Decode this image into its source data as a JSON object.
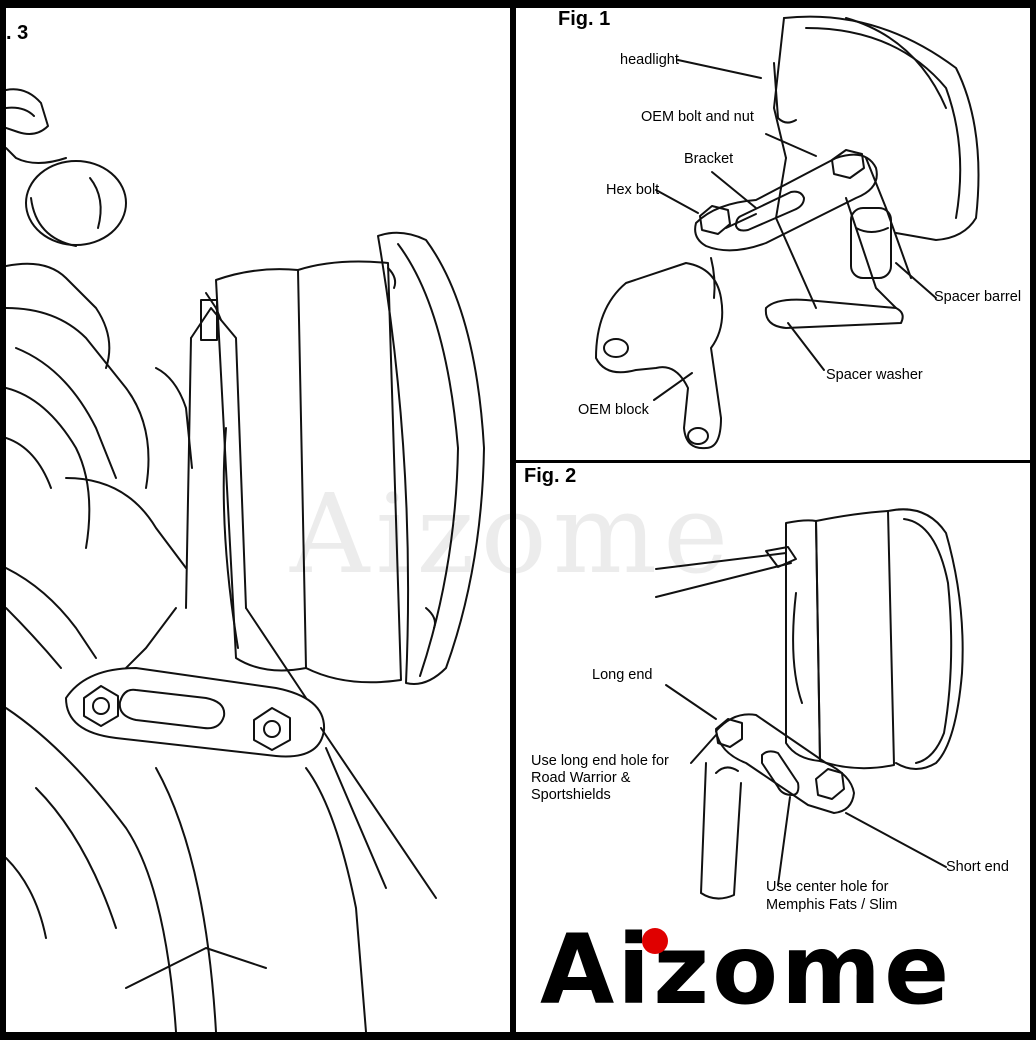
{
  "figures": {
    "fig3": {
      "title": ". 3"
    },
    "fig1": {
      "title": "Fig. 1",
      "labels": {
        "headlight": "headlight",
        "oem_bolt_nut": "OEM bolt and nut",
        "bracket": "Bracket",
        "hex_bolt": "Hex bolt",
        "spacer_barrel": "Spacer barrel",
        "spacer_washer": "Spacer washer",
        "oem_block": "OEM block"
      }
    },
    "fig2": {
      "title": "Fig. 2",
      "labels": {
        "long_end": "Long end",
        "long_end_hole_1": "Use long end hole for",
        "long_end_hole_2": "Road Warrior &",
        "long_end_hole_3": "Sportshields",
        "short_end": "Short end",
        "center_hole_1": "Use center hole for",
        "center_hole_2": "Memphis Fats / Slim"
      }
    }
  },
  "watermark": "Aizome",
  "brand": {
    "name": "Aizome",
    "dot_color": "#e00000"
  },
  "colors": {
    "background": "#000000",
    "panel": "#ffffff",
    "line": "#111111"
  }
}
